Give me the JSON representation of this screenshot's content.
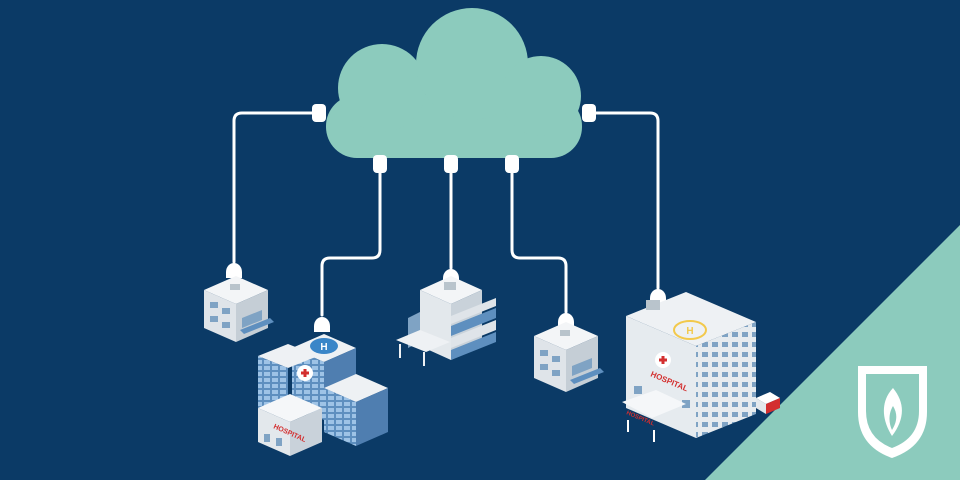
{
  "colors": {
    "background": "#0b3a66",
    "cloud": "#8ccbbd",
    "cable": "#ffffff",
    "accent_triangle": "#8ccbbd",
    "sign_red": "#d32f2f",
    "helipad_blue": "#3a86c8",
    "helipad_yellow": "#f2c94c"
  },
  "signs": {
    "hospital_left": "HOSPITAL",
    "hospital_right": "HOSPITAL",
    "hospital_right_entrance": "HOSPITAL",
    "helipad_letter": "H"
  },
  "icons": [
    "cloud-icon",
    "hospital-icon",
    "office-building-icon",
    "clinic-icon",
    "ambulance-icon",
    "shield-flame-logo-icon"
  ]
}
